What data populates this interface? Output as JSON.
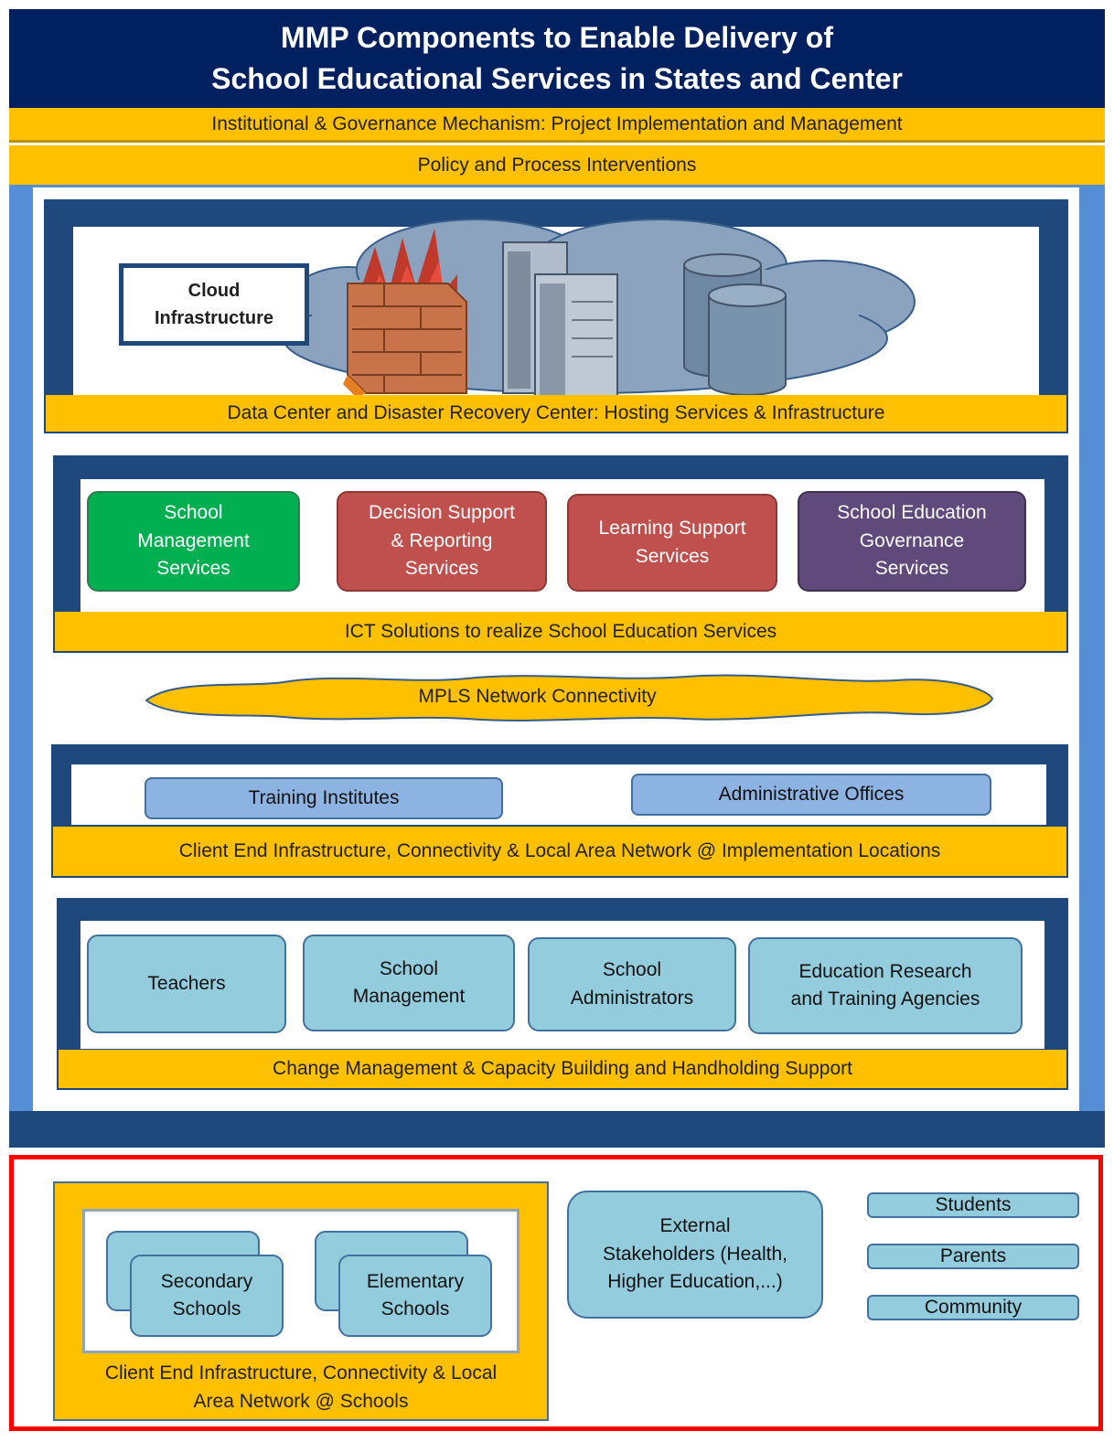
{
  "header": {
    "title_line1": "MMP Components to Enable Delivery of",
    "title_line2": "School Educational Services in States and Center"
  },
  "top_bars": {
    "governance": "Institutional & Governance Mechanism: Project Implementation and Management",
    "policy": "Policy and Process Interventions"
  },
  "datacenter": {
    "cloud_label": "Cloud\nInfrastructure",
    "bar": "Data Center and Disaster Recovery Center: Hosting Services & Infrastructure"
  },
  "ict": {
    "services": [
      {
        "label": "School\nManagement\nServices",
        "color": "#00b050"
      },
      {
        "label": "Decision Support\n& Reporting\nServices",
        "color": "#c0504d"
      },
      {
        "label": "Learning Support\nServices",
        "color": "#c0504d"
      },
      {
        "label": "School Education\nGovernance\nServices",
        "color": "#604a7b"
      }
    ],
    "bar": "ICT Solutions to realize School Education Services"
  },
  "network": {
    "label": "MPLS Network Connectivity"
  },
  "client_end": {
    "items": [
      "Training Institutes",
      "Administrative Offices"
    ],
    "bar": "Client End Infrastructure, Connectivity & Local Area Network @ Implementation Locations"
  },
  "change_mgmt": {
    "items": [
      "Teachers",
      "School\nManagement",
      "School\nAdministrators",
      "Education Research\nand Training Agencies"
    ],
    "bar": "Change Management & Capacity Building and Handholding Support"
  },
  "schools": {
    "items": [
      "Secondary\nSchools",
      "Elementary\nSchools"
    ],
    "bar": "Client End Infrastructure, Connectivity & Local\nArea Network @ Schools"
  },
  "external": {
    "label": "External\nStakeholders (Health,\nHigher Education,...)"
  },
  "community": {
    "items": [
      "Students",
      "Parents",
      "Community"
    ]
  },
  "colors": {
    "navy": "#002060",
    "frame": "#1f497d",
    "outer_blue": "#558ed5",
    "yellow": "#ffc000",
    "light_blue": "#93cddd",
    "red_border": "#ff0000"
  }
}
